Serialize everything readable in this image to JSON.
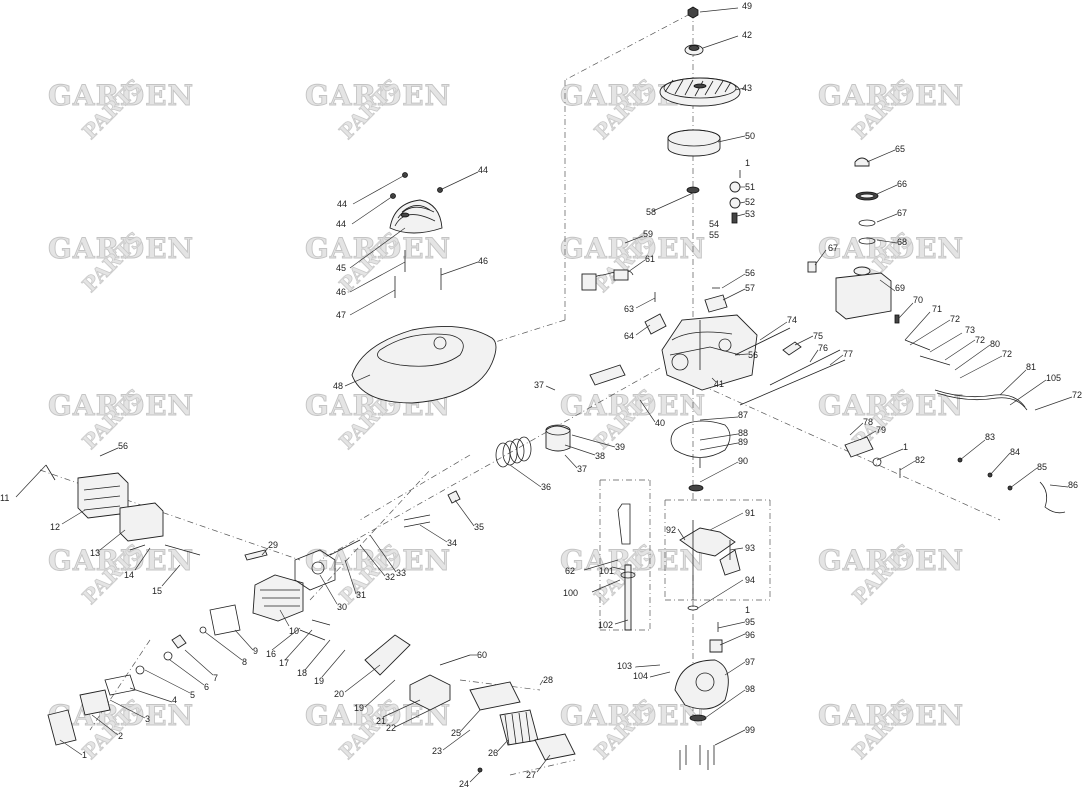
{
  "watermark": {
    "top": "PARTS",
    "main": "GARDEN"
  },
  "callouts": [
    "49",
    "42",
    "43",
    "50",
    "1",
    "51",
    "52",
    "53",
    "54",
    "55",
    "58",
    "44",
    "44",
    "44",
    "45",
    "46",
    "46",
    "47",
    "48",
    "59",
    "61",
    "56",
    "57",
    "63",
    "64",
    "74",
    "75",
    "56",
    "41",
    "76",
    "77",
    "65",
    "66",
    "67",
    "67",
    "68",
    "69",
    "70",
    "71",
    "72",
    "73",
    "72",
    "80",
    "72",
    "81",
    "105",
    "72",
    "37",
    "39",
    "38",
    "40",
    "87",
    "88",
    "89",
    "90",
    "78",
    "79",
    "1",
    "82",
    "83",
    "84",
    "85",
    "86",
    "37",
    "36",
    "35",
    "34",
    "33",
    "32",
    "31",
    "30",
    "29",
    "56",
    "11",
    "12",
    "13",
    "14",
    "15",
    "10",
    "16",
    "17",
    "18",
    "19",
    "9",
    "8",
    "7",
    "6",
    "5",
    "4",
    "3",
    "2",
    "1",
    "60",
    "20",
    "19",
    "21",
    "22",
    "28",
    "25",
    "26",
    "23",
    "27",
    "24",
    "92",
    "91",
    "93",
    "62",
    "101",
    "100",
    "102",
    "94",
    "1",
    "95",
    "96",
    "97",
    "103",
    "104",
    "98",
    "99"
  ],
  "colors": {
    "line": "#222222",
    "watermark": "#c8c8c8",
    "background": "#ffffff"
  }
}
